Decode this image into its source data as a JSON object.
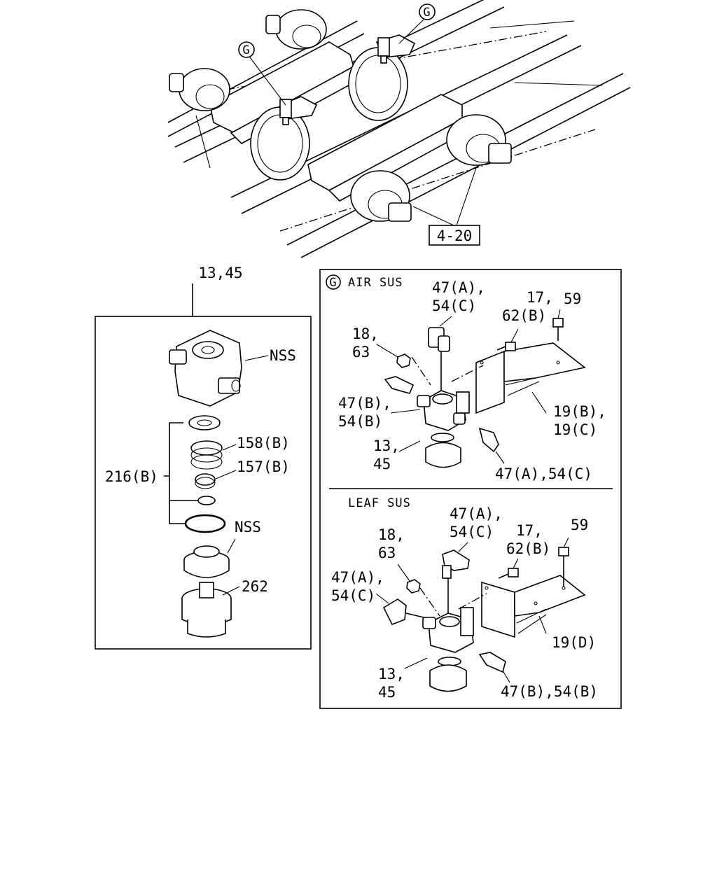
{
  "overview": {
    "callout_top": "G",
    "callout_left": "G",
    "ref_box": "4-20"
  },
  "assembly_panel": {
    "title_label": "13,45",
    "nss_top": "NSS",
    "label_158": "158(B)",
    "label_157": "157(B)",
    "label_216": "216(B)",
    "nss_mid": "NSS",
    "label_262": "262"
  },
  "detail_panel": {
    "callout": "G",
    "air": {
      "title": "AIR SUS",
      "l1a": "47(A),",
      "l1b": "54(C)",
      "l2a": "17,",
      "l2b": "62(B)",
      "l3": "59",
      "l4a": "18,",
      "l4b": "63",
      "l5a": "47(B),",
      "l5b": "54(B)",
      "l6a": "19(B),",
      "l6b": "19(C)",
      "l7a": "13,",
      "l7b": "45",
      "l8": "47(A),54(C)"
    },
    "leaf": {
      "title": "LEAF SUS",
      "l1a": "47(A),",
      "l1b": "54(C)",
      "l2a": "17,",
      "l2b": "62(B)",
      "l3": "59",
      "l4a": "18,",
      "l4b": "63",
      "l5a": "47(A),",
      "l5b": "54(C)",
      "l6": "19(D)",
      "l7a": "13,",
      "l7b": "45",
      "l8": "47(B),54(B)"
    }
  }
}
